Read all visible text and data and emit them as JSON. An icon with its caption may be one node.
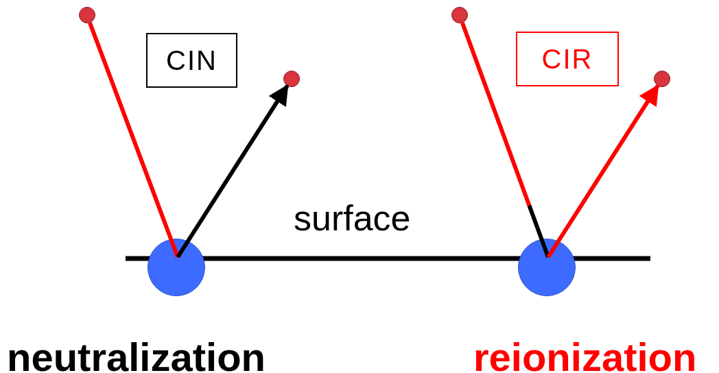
{
  "diagram": {
    "nodes": [
      {
        "text": [],
        "shape": "circle"
      },
      {
        "text": [
          "CIN"
        ]
      },
      {
        "text": [],
        "shape": "circle"
      },
      {
        "text": [],
        "shape": "circle"
      },
      {
        "text": [],
        "shape": "circle"
      },
      {
        "text": [
          "CIR"
        ]
      },
      {
        "text": [],
        "shape": "circle"
      },
      {
        "text": [],
        "shape": "circle"
      }
    ],
    "edges": [
      {
        "from": 0,
        "to": 3,
        "arrow": "none",
        "color": "#ff0000"
      },
      {
        "from": 3,
        "to": 2,
        "arrow": "to",
        "color": "#000000"
      },
      {
        "from": 4,
        "to": 7,
        "arrow": "none",
        "color": "#ff0000"
      },
      {
        "from": 7,
        "to": 6,
        "arrow": "to",
        "color": "#ff0000"
      }
    ],
    "labels": [
      "surface",
      "neutralization",
      "reionization"
    ]
  }
}
